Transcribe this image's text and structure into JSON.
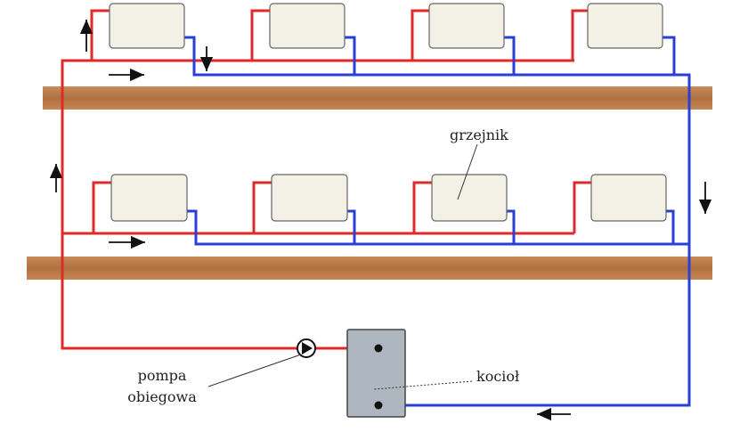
{
  "labels": {
    "radiator": "grzejnik",
    "pump_line1": "pompa",
    "pump_line2": "obiegowa",
    "boiler": "kocioł"
  },
  "colors": {
    "supply": "#e02a2a",
    "return": "#2a3fd6",
    "floor_beam": "#b87a4d",
    "radiator_fill": "#f3f0e6",
    "boiler_fill": "#aeb7bf"
  },
  "icons": [
    "arrow-icon",
    "pump-icon",
    "radiator-icon",
    "boiler-icon"
  ]
}
